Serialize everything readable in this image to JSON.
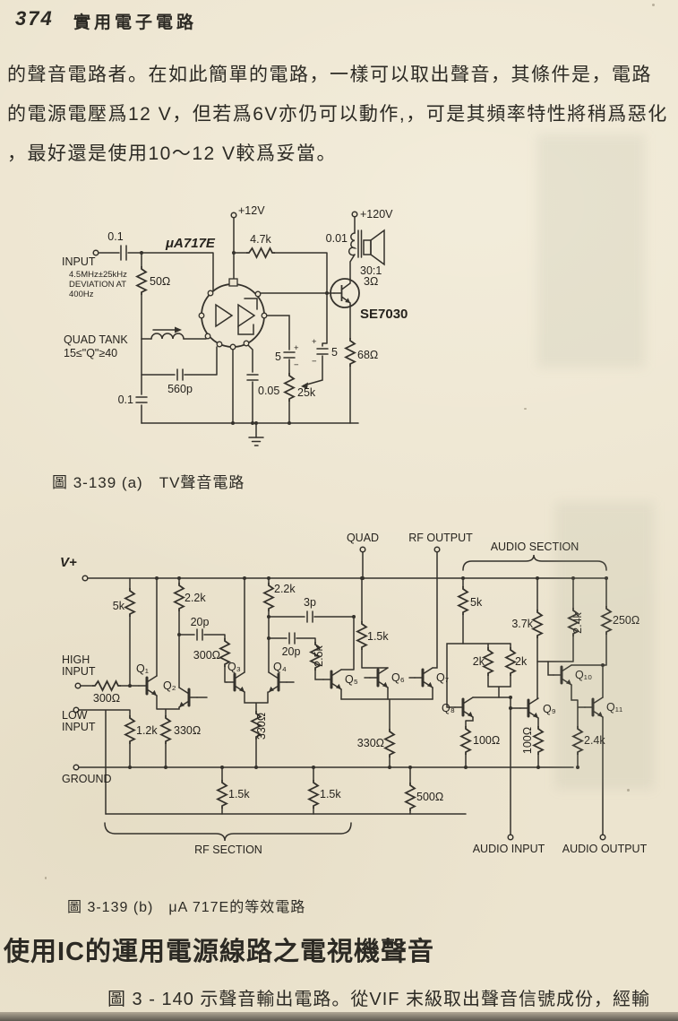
{
  "page": {
    "number": "374",
    "book_title": "實用電子電路",
    "intro_lines": [
      "的聲音電路者。在如此簡單的電路，一樣可以取出聲音，其條件是，電路",
      "的電源電壓爲12 V，但若爲6V亦仍可以動作,，可是其頻率特性將稍爲惡化",
      "，最好還是使用10～12 V較爲妥當。"
    ],
    "section_heading": "使用IC的運用電源線路之電視機聲音",
    "closing_line": "圖 3 - 140 示聲音輸出電路。從VIF 末級取出聲音信號成份，經輸"
  },
  "figure_a": {
    "caption": "圖 3-139 (a)　TV聲音電路",
    "labels": {
      "input_cap": "0.1",
      "input_title": "INPUT",
      "input_freq": "4.5MHz±25kHz",
      "input_dev": "DEVIATION AT",
      "input_hz": "400Hz",
      "r_in": "50Ω",
      "ic_name": "μA717E",
      "v12": "+12V",
      "r_fb": "4.7k",
      "v120": "+120V",
      "c_out": "0.01",
      "ratio": "30:1",
      "spk": "3Ω",
      "q_name": "SE7030",
      "tank1": "QUAD TANK",
      "tank2": "15≤\"Q\"≥40",
      "c_tank": "560p",
      "c_byp": "0.1",
      "c_mid": "0.05",
      "c_el1": "5",
      "c_el2": "5",
      "plus1": "+",
      "minus1": "−",
      "plus2": "+",
      "minus2": "−",
      "pot": "25k",
      "r_e": "68Ω"
    }
  },
  "figure_b": {
    "caption": "圖 3-139 (b)　μA 717E的等效電路",
    "labels": {
      "vplus": "V+",
      "quad": "QUAD",
      "rf_out": "RF OUTPUT",
      "audio_section": "AUDIO SECTION",
      "r5k_rf": "5k",
      "r2k2_a": "2.2k",
      "c20p_a": "20p",
      "r300_mid": "300Ω",
      "r2k2_b": "2.2k",
      "c3p": "3p",
      "c20p_b": "20p",
      "r2k5": "2.5k",
      "r1k5_top": "1.5k",
      "r5k_af": "5k",
      "r3k7": "3.7k",
      "r2k4_top": "2.4k",
      "r250": "250Ω",
      "r2k_a": "2k",
      "r2k_b": "2k",
      "q1": "Q₁",
      "q2": "Q₂",
      "q3": "Q₃",
      "q4": "Q₄",
      "q5": "Q₅",
      "q6": "Q₆",
      "q7": "Q₇",
      "q8": "Q₈",
      "q9": "Q₉",
      "q10": "Q₁₀",
      "q11": "Q₁₁",
      "high_l1": "HIGH",
      "high_l2": "INPUT",
      "r300_in": "300Ω",
      "low_l1": "LOW",
      "low_l2": "INPUT",
      "ground": "GROUND",
      "r1k2": "1.2k",
      "r330_a": "330Ω",
      "r330_b": "330Ω",
      "r330_c": "330Ω",
      "r1k5_a": "1.5k",
      "r1k5_b": "1.5k",
      "r500": "500Ω",
      "r100_a": "100Ω",
      "r100_b": "100Ω",
      "r2k4_bot": "2.4k",
      "rf_section": "RF SECTION",
      "audio_in": "AUDIO INPUT",
      "audio_out": "AUDIO OUTPUT"
    }
  }
}
